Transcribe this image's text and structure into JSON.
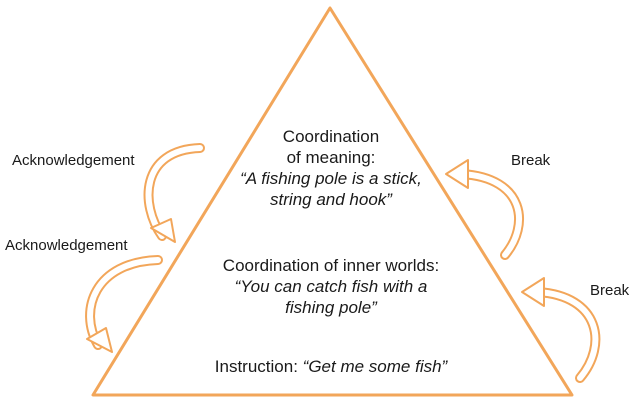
{
  "colors": {
    "outline": "#f2a65a",
    "text": "#1a1a1a",
    "background": "#ffffff"
  },
  "levels": {
    "top": {
      "line1": "Coordination",
      "line2": "of meaning:",
      "quote1": "“A fishing pole is a stick,",
      "quote2": "string and hook”"
    },
    "middle": {
      "line1": "Coordination of inner worlds:",
      "quote1": "“You can catch fish with a",
      "quote2": "fishing pole”"
    },
    "bottom": {
      "label": "Instruction:",
      "quote": "“Get me some fish”"
    }
  },
  "left_arrows": {
    "upper": "Acknowledgement",
    "lower": "Acknowledgement"
  },
  "right_arrows": {
    "upper": "Break",
    "lower": "Break"
  }
}
